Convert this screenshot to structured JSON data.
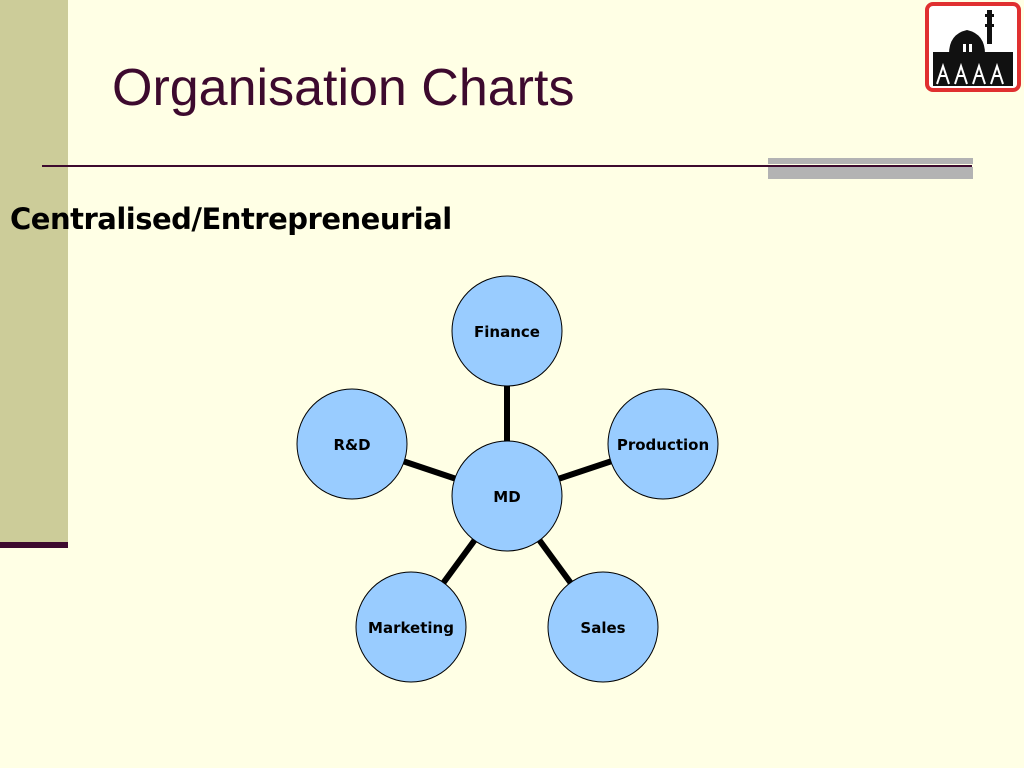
{
  "slide": {
    "title": "Organisation Charts",
    "subtitle": "Centralised/Entrepreneurial"
  },
  "diagram": {
    "center": {
      "label": "MD"
    },
    "nodes": [
      {
        "id": "finance",
        "label": "Finance"
      },
      {
        "id": "production",
        "label": "Production"
      },
      {
        "id": "sales",
        "label": "Sales"
      },
      {
        "id": "marketing",
        "label": "Marketing"
      },
      {
        "id": "rnd",
        "label": "R&D"
      }
    ]
  },
  "colors": {
    "background": "#FFFFE5",
    "sidebar": "#CCCC99",
    "title": "#3D0A2E",
    "accent_bar": "#B3B3B3",
    "node_fill": "#99CCFF",
    "node_stroke": "#000000",
    "connector": "#000000",
    "logo_border": "#E03030"
  },
  "logo": {
    "icon": "mosque-logo-icon"
  }
}
